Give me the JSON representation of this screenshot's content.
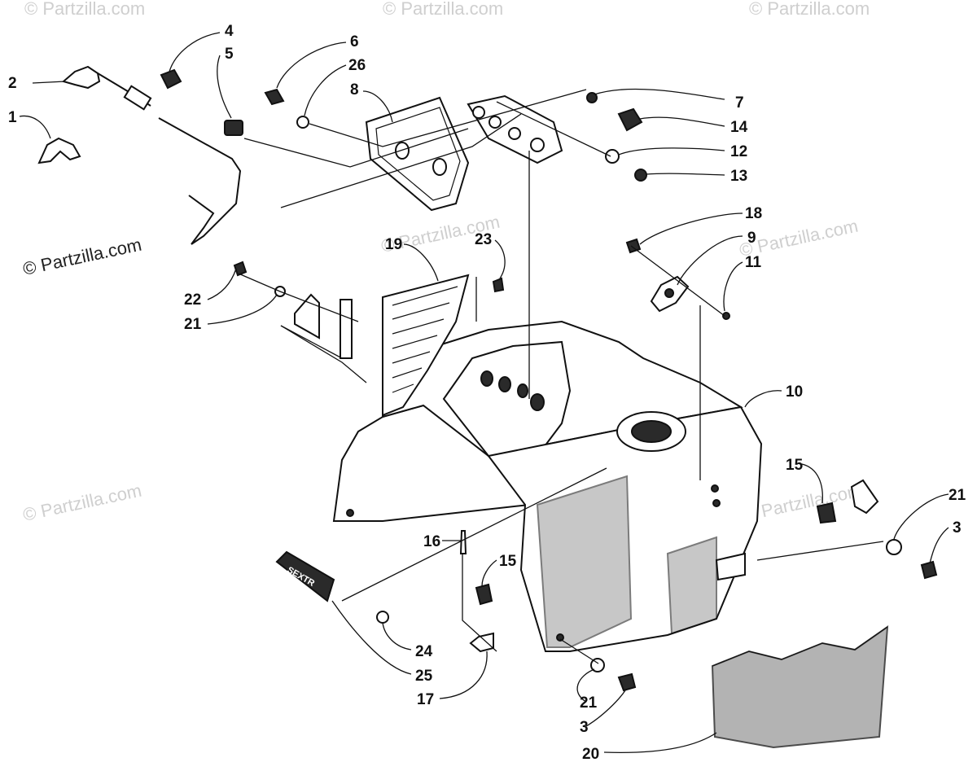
{
  "watermark": {
    "main": "© Partzilla.com",
    "faint": "© Partzilla.com"
  },
  "callouts": {
    "c1": "1",
    "c2": "2",
    "c3a": "3",
    "c3b": "3",
    "c4": "4",
    "c5": "5",
    "c6": "6",
    "c7": "7",
    "c8": "8",
    "c9": "9",
    "c10": "10",
    "c11": "11",
    "c12": "12",
    "c13": "13",
    "c14": "14",
    "c15a": "15",
    "c15b": "15",
    "c16": "16",
    "c17": "17",
    "c18": "18",
    "c19": "19",
    "c20": "20",
    "c21a": "21",
    "c21b": "21",
    "c21c": "21",
    "c22": "22",
    "c23": "23",
    "c24": "24",
    "c25": "25",
    "c26": "26"
  },
  "emblem_text": "SEXTR"
}
